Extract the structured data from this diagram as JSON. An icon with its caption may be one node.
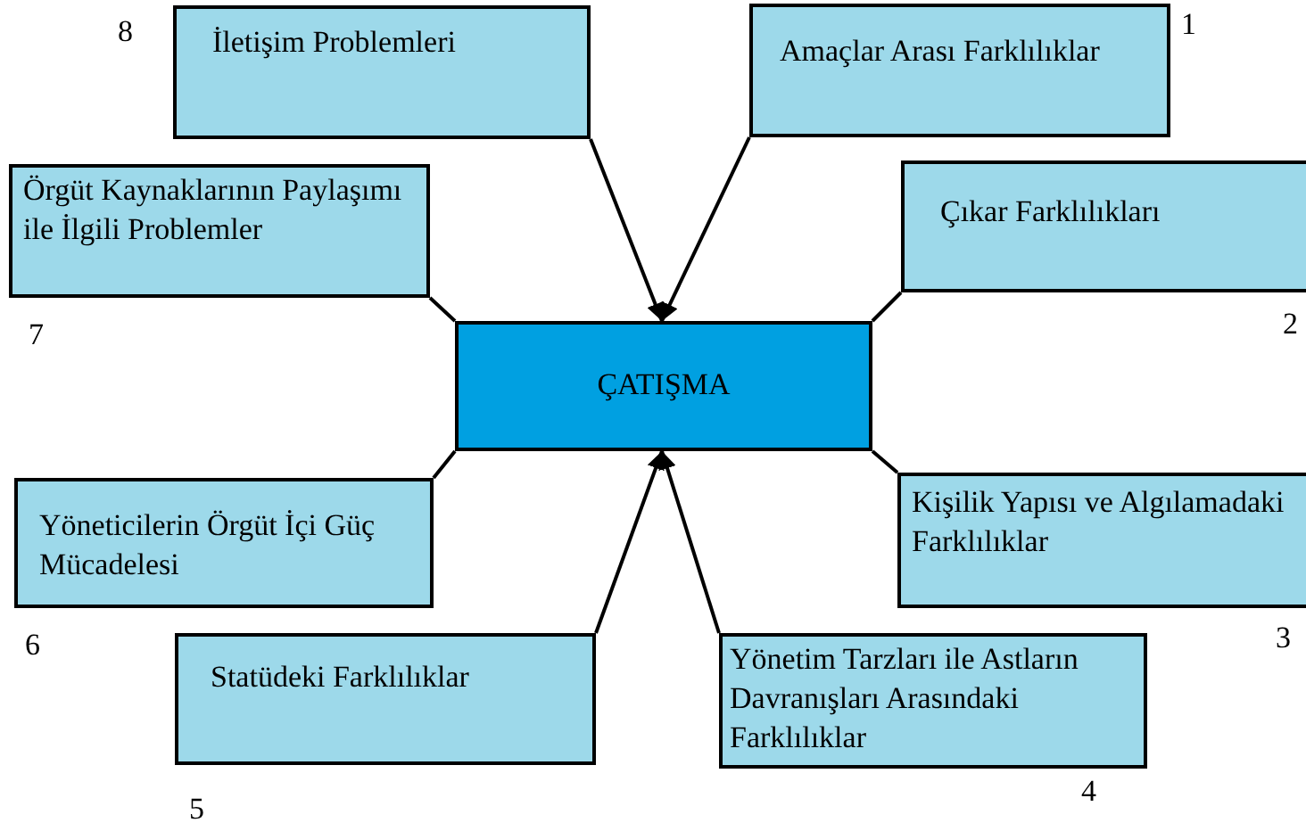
{
  "diagram": {
    "nodes": [
      {
        "text": [
          "İletişim Problemleri"
        ],
        "beside": [
          "8"
        ]
      },
      {
        "text": [
          "Amaçlar Arası Farklılıklar"
        ],
        "beside": [
          "1"
        ]
      },
      {
        "text": [
          "Örgüt Kaynaklarının Paylaşımı ile İlgili Problemler"
        ],
        "beside": [
          "7"
        ]
      },
      {
        "text": [
          "Çıkar Farklılıkları"
        ],
        "beside": [
          "2"
        ]
      },
      {
        "text": [
          "ÇATIŞMA"
        ]
      },
      {
        "text": [
          "Yöneticilerin Örgüt İçi Güç Mücadelesi"
        ],
        "beside": [
          "6"
        ]
      },
      {
        "text": [
          "Kişilik Yapısı ve Algılamadaki Farklılıklar"
        ],
        "beside": [
          "3"
        ]
      },
      {
        "text": [
          "Statüdeki Farklılıklar"
        ],
        "beside": [
          "5"
        ]
      },
      {
        "text": [
          "Yönetim Tarzları ile Astların Davranışları Arasındaki Farklılıklar"
        ],
        "beside": [
          "4"
        ]
      }
    ],
    "edges": [
      {
        "from": 0,
        "to": 4,
        "arrow": "to"
      },
      {
        "from": 1,
        "to": 4,
        "arrow": "to"
      },
      {
        "from": 2,
        "to": 4,
        "arrow": "none"
      },
      {
        "from": 3,
        "to": 4,
        "arrow": "none"
      },
      {
        "from": 5,
        "to": 4,
        "arrow": "none"
      },
      {
        "from": 6,
        "to": 4,
        "arrow": "none"
      },
      {
        "from": 7,
        "to": 4,
        "arrow": "to"
      },
      {
        "from": 8,
        "to": 4,
        "arrow": "to"
      }
    ]
  }
}
